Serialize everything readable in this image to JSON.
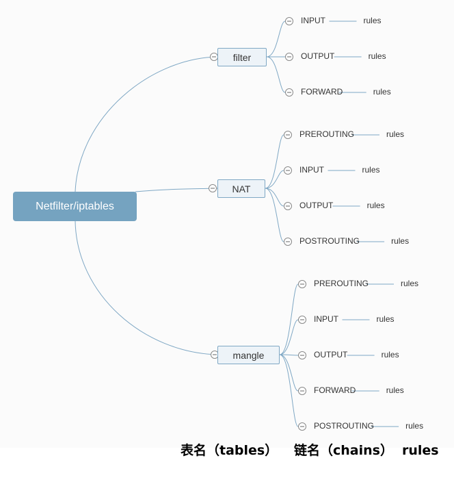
{
  "root": {
    "label": "Netfilter/iptables"
  },
  "tables": [
    {
      "name": "filter",
      "chains": [
        "INPUT",
        "OUTPUT",
        "FORWARD"
      ]
    },
    {
      "name": "NAT",
      "chains": [
        "PREROUTING",
        "INPUT",
        "OUTPUT",
        "POSTROUTING"
      ]
    },
    {
      "name": "mangle",
      "chains": [
        "PREROUTING",
        "INPUT",
        "OUTPUT",
        "FORWARD",
        "POSTROUTING"
      ]
    }
  ],
  "rule_label": "rules",
  "captions": {
    "tables": "表名（tables）",
    "chains": "链名（chains）",
    "rules": "rules"
  },
  "colors": {
    "line": "#7ea7c4",
    "root_fill": "#75a3c0",
    "table_fill": "#edf3f8",
    "collapse_circle": "#888888"
  }
}
